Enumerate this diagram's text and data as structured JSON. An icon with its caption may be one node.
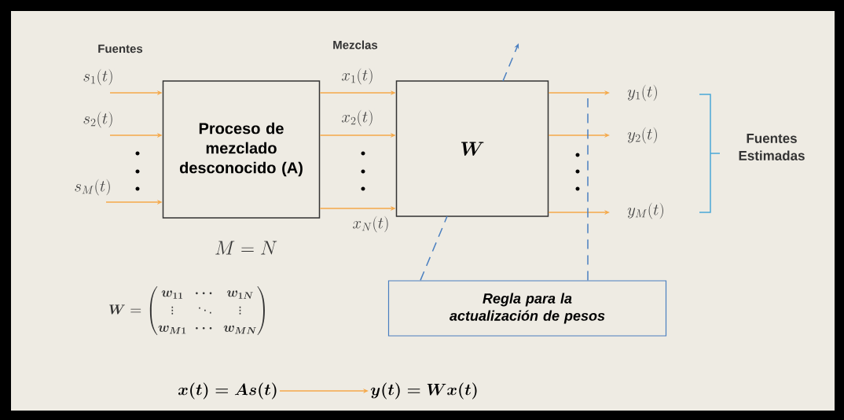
{
  "diagram": {
    "nodes": [
      {
        "text": [
          "Proceso de mezclado desconocido (A)"
        ]
      },
      {
        "text": [
          "W"
        ]
      },
      {
        "text": [
          "Regla para la actualización de pesos"
        ]
      },
      {
        "text": [
          "x(t) = As(t)"
        ]
      },
      {
        "text": [
          "y(t) = Wx(t)"
        ]
      }
    ],
    "edges": [
      {
        "from": null,
        "to": 0,
        "arrow": "to",
        "label": "s_1(t)"
      },
      {
        "from": null,
        "to": 0,
        "arrow": "to",
        "label": "s_2(t)"
      },
      {
        "from": null,
        "to": 0,
        "arrow": "to",
        "label": "s_M(t)"
      },
      {
        "from": 0,
        "to": 1,
        "arrow": "to",
        "label": "x_1(t)"
      },
      {
        "from": 0,
        "to": 1,
        "arrow": "to",
        "label": "x_2(t)"
      },
      {
        "from": 0,
        "to": 1,
        "arrow": "to",
        "label": "x_N(t)"
      },
      {
        "from": 1,
        "to": null,
        "arrow": "to",
        "label": "y_1(t)"
      },
      {
        "from": 1,
        "to": null,
        "arrow": "to",
        "label": "y_2(t)"
      },
      {
        "from": 1,
        "to": null,
        "arrow": "to",
        "label": "y_M(t)"
      },
      {
        "from": 2,
        "to": null,
        "arrow": "to",
        "style": "dashed",
        "color": "#4a7fc0"
      },
      {
        "from": 2,
        "to": null,
        "arrow": "none",
        "style": "dashed",
        "color": "#4a7fc0"
      },
      {
        "from": 3,
        "to": 4,
        "arrow": "to"
      }
    ],
    "labels": [
      "Fuentes",
      "Mezclas",
      "Fuentes Estimadas",
      "M = N",
      "W = \\begin{pmatrix} w_{11} & \\cdots & w_{1N} \\\\ \\vdots & \\ddots & \\vdots \\\\ w_{M1} & \\cdots & w_{MN} \\end{pmatrix}"
    ]
  }
}
